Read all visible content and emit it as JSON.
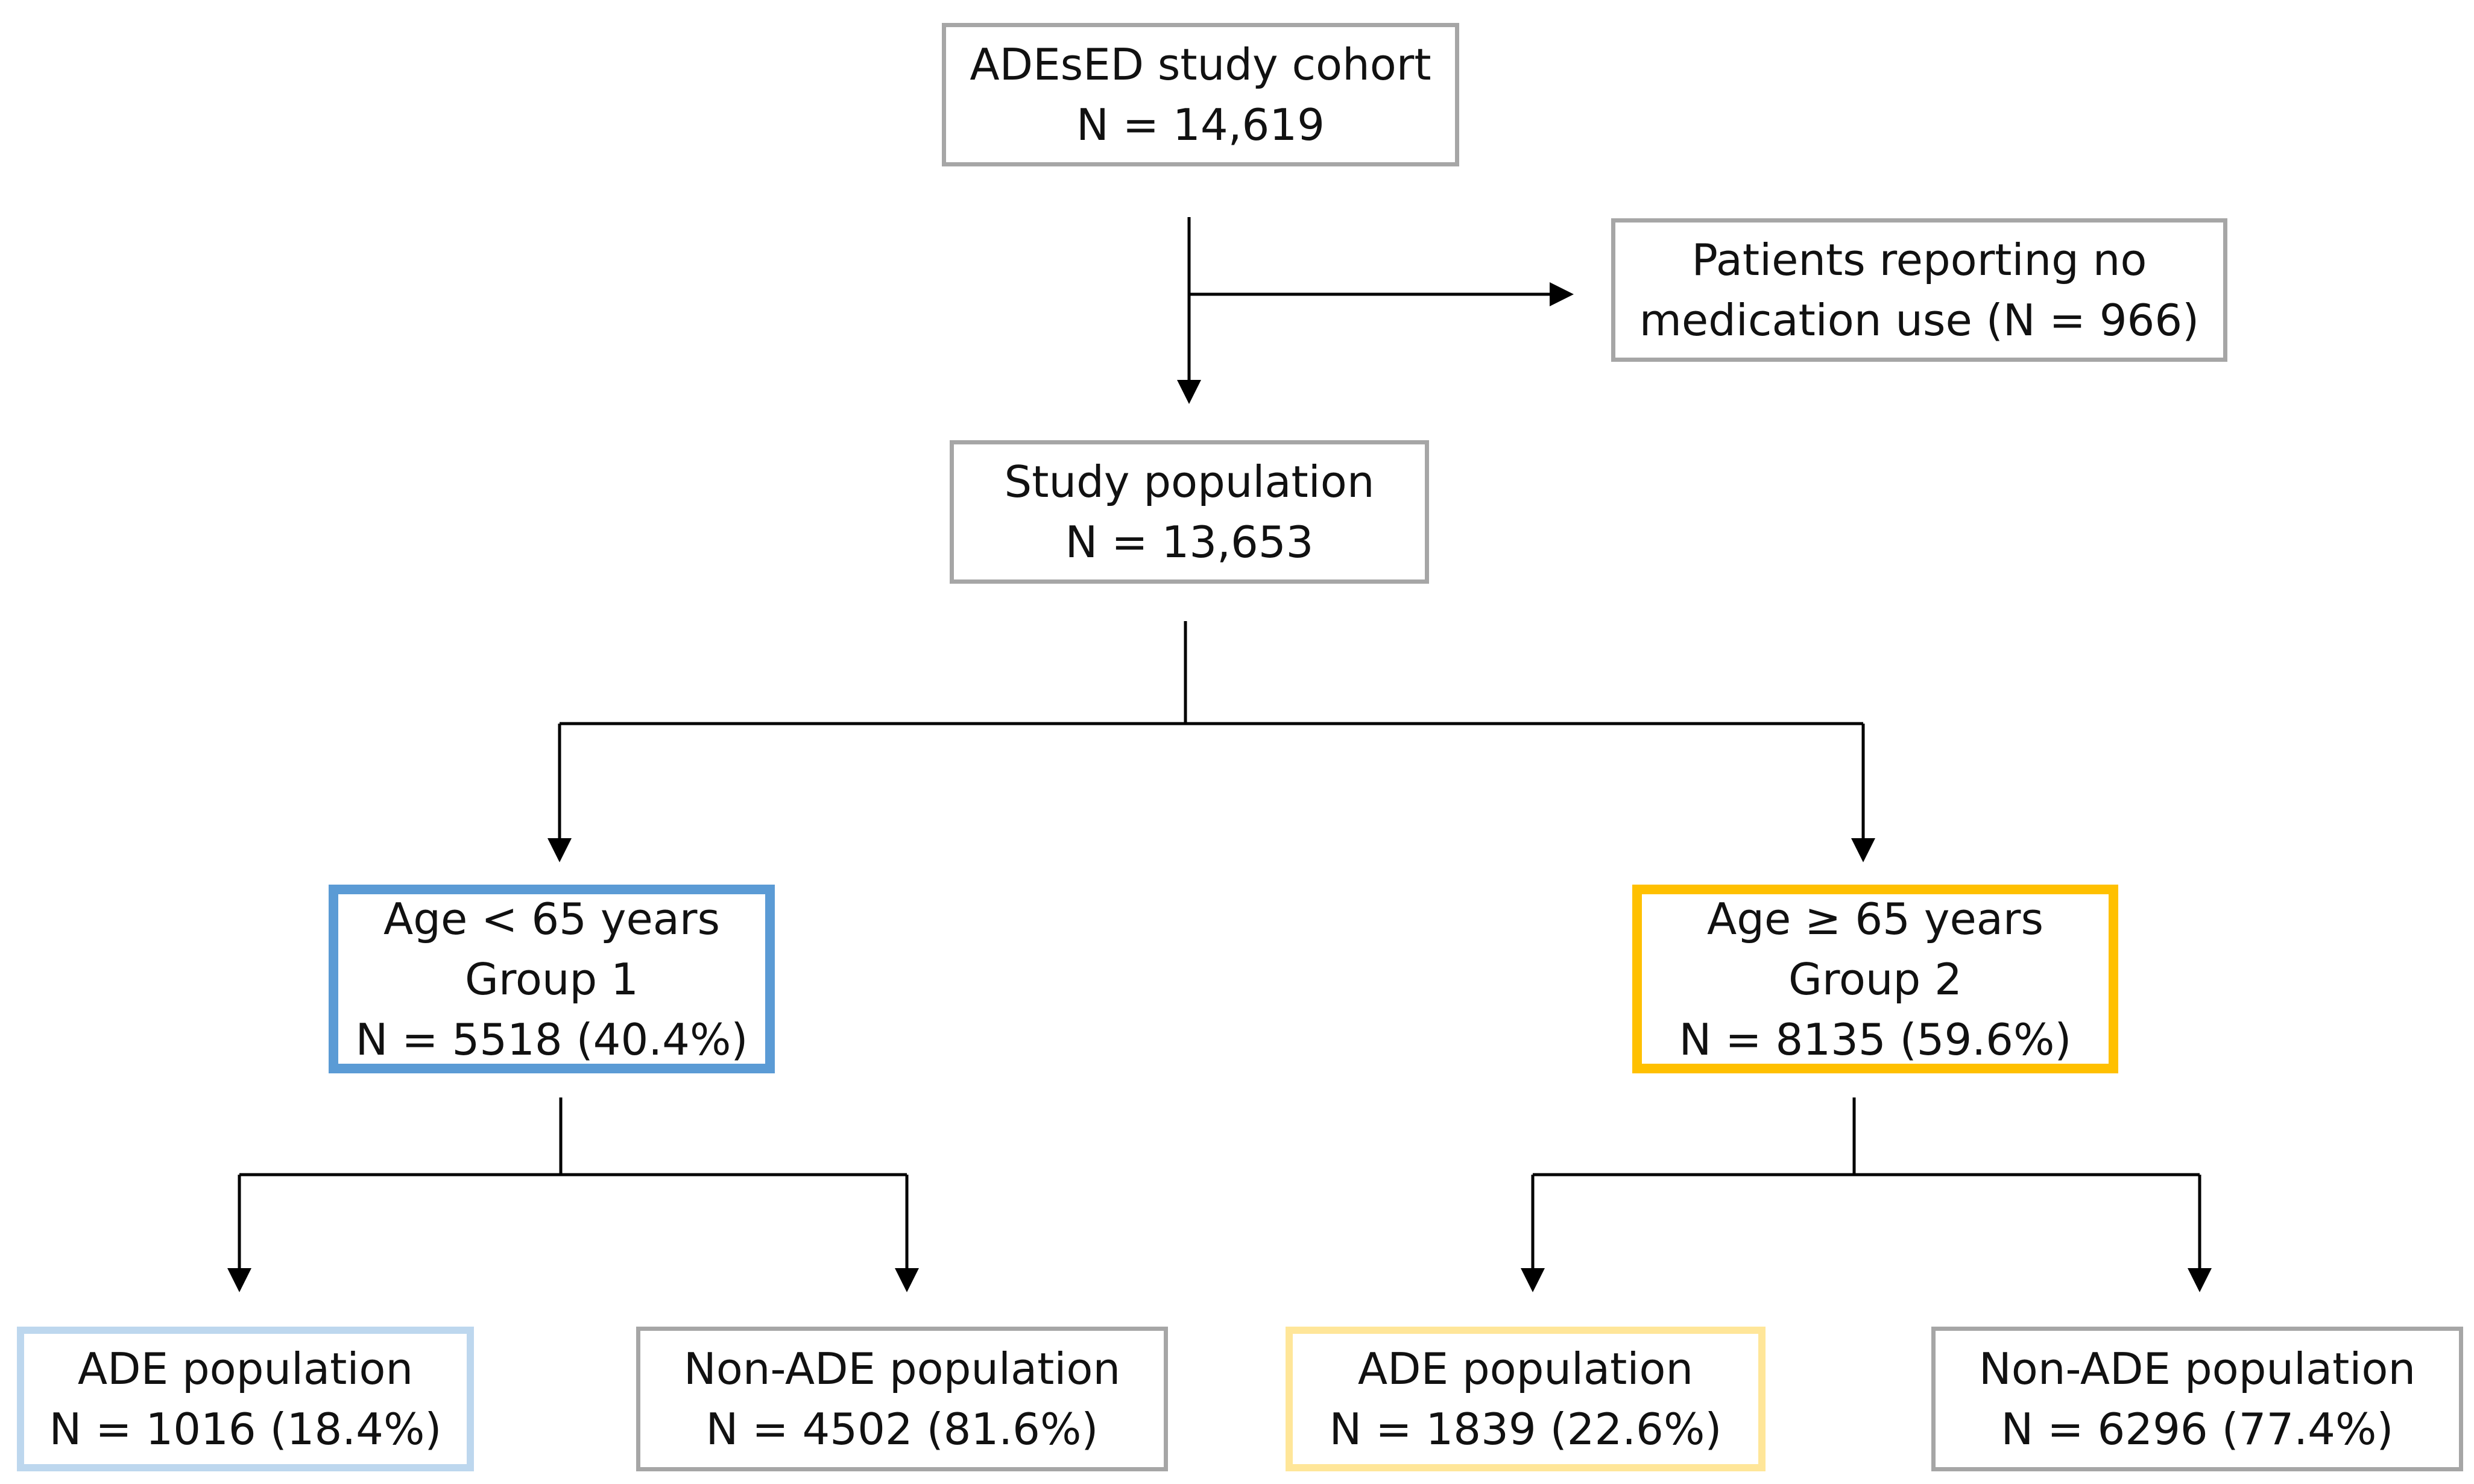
{
  "boxes": {
    "cohort": {
      "line1": "ADEsED study cohort",
      "line2": "N = 14,619"
    },
    "excluded": {
      "line1": "Patients reporting no",
      "line2": "medication use (N = 966)"
    },
    "study": {
      "line1": "Study population",
      "line2": "N = 13,653"
    },
    "group1": {
      "line1": "Age < 65 years",
      "line2": "Group 1",
      "line3": "N = 5518 (40.4%)"
    },
    "group2": {
      "line1": "Age ≥ 65 years",
      "line2": "Group 2",
      "line3": "N = 8135 (59.6%)"
    },
    "g1_ade": {
      "line1": "ADE population",
      "line2": "N = 1016 (18.4%)"
    },
    "g1_nonade": {
      "line1": "Non-ADE population",
      "line2": "N = 4502 (81.6%)"
    },
    "g2_ade": {
      "line1": "ADE population",
      "line2": "N = 1839 (22.6%)"
    },
    "g2_nonade": {
      "line1": "Non-ADE population",
      "line2": "N = 6296 (77.4%)"
    }
  },
  "colors": {
    "neutral_border": "#a6a6a6",
    "group1_border": "#5b9bd5",
    "group2_border": "#ffc000",
    "group1_light_border": "#bdd7ee",
    "group2_light_border": "#ffe699",
    "connector": "#000000"
  }
}
